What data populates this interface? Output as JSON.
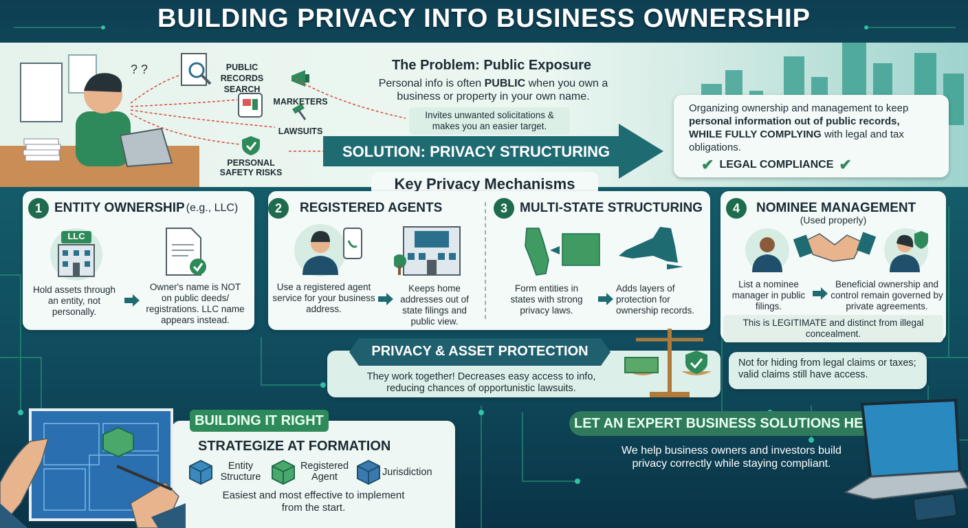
{
  "title": "BUILDING PRIVACY INTO BUSINESS OWNERSHIP",
  "problem": {
    "risks": [
      "PUBLIC RECORDS SEARCH",
      "MARKETERS",
      "LAWSUITS",
      "PERSONAL SAFETY RISKS"
    ],
    "heading": "The Problem: Public Exposure",
    "text_1": "Personal info is often ",
    "text_bold": "PUBLIC",
    "text_2": " when you own a business or property in your own name.",
    "note": "Invites unwanted solicitations & makes you an easier target."
  },
  "solution": {
    "label": "SOLUTION: PRIVACY STRUCTURING",
    "desc_1": "Organizing ownership and management to keep ",
    "desc_bold_1": "personal information out of public records, WHILE FULLY COMPLYING",
    "desc_2": " with legal and tax obligations.",
    "compliance": "LEGAL COMPLIANCE"
  },
  "mechanisms_title": "Key Privacy Mechanisms",
  "mechanisms": [
    {
      "num": "1",
      "title": "ENTITY OWNERSHIP",
      "title_suffix": " (e.g., LLC)",
      "badge": "LLC",
      "left": "Hold assets through an entity, not personally.",
      "right": "Owner's name is NOT on public deeds/ registrations. LLC name appears instead."
    },
    {
      "num": "2",
      "title": "REGISTERED AGENTS",
      "left": "Use a registered agent service for your business address.",
      "right": "Keeps home addresses out of state filings and public view."
    },
    {
      "num": "3",
      "title": "MULTI-STATE STRUCTURING",
      "left": "Form entities in states with strong privacy laws.",
      "right": "Adds layers of protection for ownership records."
    },
    {
      "num": "4",
      "title": "NOMINEE MANAGEMENT",
      "subtitle": "(Used properly)",
      "left": "List a nominee manager in public filings.",
      "right": "Beneficial ownership and control remain governed by private agreements.",
      "note": "This is LEGITIMATE and distinct from illegal concealment."
    }
  ],
  "protection": {
    "label": "PRIVACY & ASSET PROTECTION",
    "text": "They work together! Decreases easy access to info, reducing chances of opportunistic lawsuits.",
    "caveat": "Not for hiding from legal claims or taxes; valid claims still have access."
  },
  "building": {
    "label": "BUILDING IT RIGHT",
    "heading": "STRATEGIZE AT FORMATION",
    "items": [
      "Entity Structure",
      "Registered Agent",
      "Jurisdiction"
    ],
    "footer": "Easiest and most effective to implement from the start."
  },
  "expert": {
    "label": "LET AN EXPERT BUSINESS SOLUTIONS HELP",
    "text": "We help business owners and investors build privacy correctly while staying compliant."
  }
}
